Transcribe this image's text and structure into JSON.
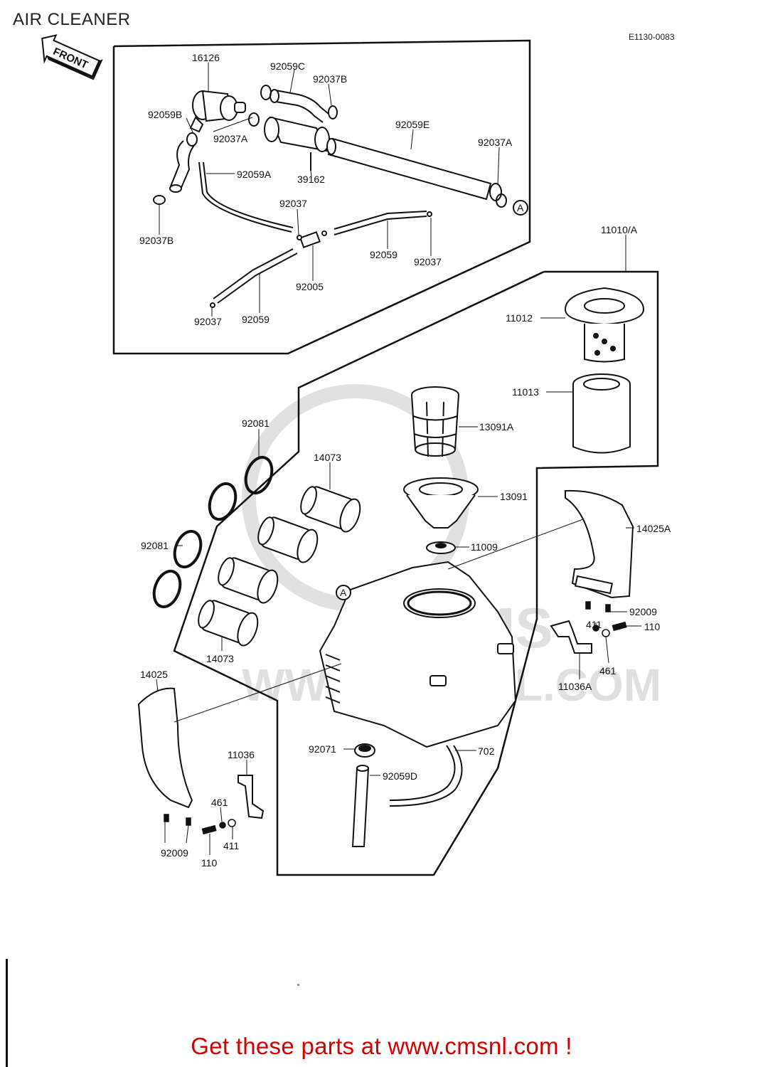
{
  "header": {
    "title": "AIR CLEANER",
    "diagram_code": "E1130-0083"
  },
  "front_badge": "FRONT",
  "watermark": {
    "site": "WWW.CMSNL.COM",
    "logo": "CMS"
  },
  "parts": [
    {
      "id": "16126",
      "text": "16126"
    },
    {
      "id": "92059C",
      "text": "92059C"
    },
    {
      "id": "92037B-top",
      "text": "92037B"
    },
    {
      "id": "92059B",
      "text": "92059B"
    },
    {
      "id": "92037A-left",
      "text": "92037A"
    },
    {
      "id": "92059E",
      "text": "92059E"
    },
    {
      "id": "92037A-right",
      "text": "92037A"
    },
    {
      "id": "92059A",
      "text": "92059A"
    },
    {
      "id": "39162",
      "text": "39162"
    },
    {
      "id": "92037B-left",
      "text": "92037B"
    },
    {
      "id": "92037-mid",
      "text": "92037"
    },
    {
      "id": "92059-right",
      "text": "92059"
    },
    {
      "id": "92037-right",
      "text": "92037"
    },
    {
      "id": "92005",
      "text": "92005"
    },
    {
      "id": "92037-bottom",
      "text": "92037"
    },
    {
      "id": "92059-bottom",
      "text": "92059"
    },
    {
      "id": "11010A",
      "text": "11010/A"
    },
    {
      "id": "11012",
      "text": "11012"
    },
    {
      "id": "11013",
      "text": "11013"
    },
    {
      "id": "13091A",
      "text": "13091A"
    },
    {
      "id": "92081-top",
      "text": "92081"
    },
    {
      "id": "14073-top",
      "text": "14073"
    },
    {
      "id": "13091",
      "text": "13091"
    },
    {
      "id": "14025A",
      "text": "14025A"
    },
    {
      "id": "11009",
      "text": "11009"
    },
    {
      "id": "92081-left",
      "text": "92081"
    },
    {
      "id": "92009-right",
      "text": "92009"
    },
    {
      "id": "411-right",
      "text": "411"
    },
    {
      "id": "110-right",
      "text": "110"
    },
    {
      "id": "461-right",
      "text": "461"
    },
    {
      "id": "11036A",
      "text": "11036A"
    },
    {
      "id": "14073-bottom",
      "text": "14073"
    },
    {
      "id": "14025",
      "text": "14025"
    },
    {
      "id": "92071",
      "text": "92071"
    },
    {
      "id": "702",
      "text": "702"
    },
    {
      "id": "92059D",
      "text": "92059D"
    },
    {
      "id": "11036",
      "text": "11036"
    },
    {
      "id": "461-left",
      "text": "461"
    },
    {
      "id": "411-left",
      "text": "411"
    },
    {
      "id": "92009-left",
      "text": "92009"
    },
    {
      "id": "110-left",
      "text": "110"
    }
  ],
  "markers": {
    "a_top": "A",
    "a_body": "A"
  },
  "footer": {
    "link_text": "Get these parts at www.cmsnl.com !"
  }
}
